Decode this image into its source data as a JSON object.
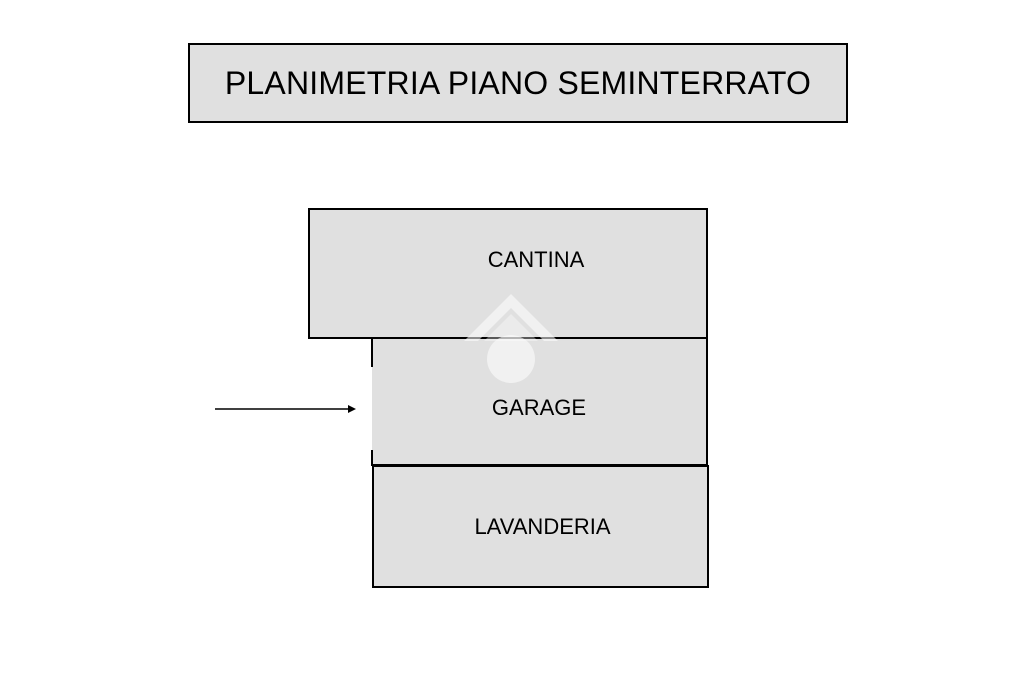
{
  "title": "PLANIMETRIA PIANO SEMINTERRATO",
  "rooms": {
    "cantina": "CANTINA",
    "garage": "GARAGE",
    "lavanderia": "LAVANDERIA"
  },
  "icons": {
    "entrance": "arrow-right-icon",
    "watermark": "house-logo-icon"
  },
  "colors": {
    "room_fill": "#e0e0e0",
    "outline": "#000000",
    "background": "#ffffff"
  }
}
